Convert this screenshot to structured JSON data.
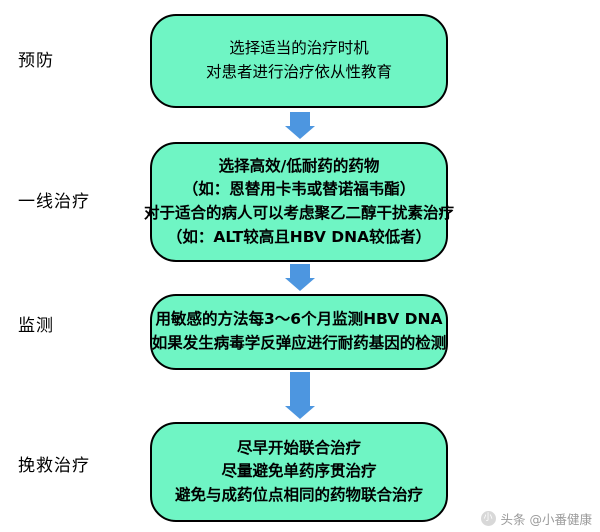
{
  "diagram": {
    "type": "flowchart",
    "title": "",
    "colors": {
      "box_fill": "#6ff5c4",
      "box_border": "#000000",
      "arrow": "#4d96e0",
      "text": "#000000",
      "watermark": "#9a9a9a"
    },
    "stages": [
      {
        "label": "预防",
        "bold": false,
        "lines": [
          "选择适当的治疗时机",
          "对患者进行治疗依从性教育"
        ]
      },
      {
        "label": "一线治疗",
        "bold": true,
        "lines": [
          "选择高效/低耐药的药物",
          "（如：恩替用卡韦或替诺福韦酯）",
          "对于适合的病人可以考虑聚乙二醇干扰素治疗",
          "（如：ALT较高且HBV DNA较低者）"
        ]
      },
      {
        "label": "监测",
        "bold": false,
        "lines": [
          "用敏感的方法每3～6个月监测HBV DNA",
          "如果发生病毒学反弹应进行耐药基因的检测"
        ]
      },
      {
        "label": "挽救治疗",
        "bold": false,
        "lines": [
          "尽早开始联合治疗",
          "尽量避免单药序贯治疗",
          "避免与成药位点相同的药物联合治疗"
        ]
      }
    ],
    "watermark": {
      "logo_text": "小",
      "text": "头条 @小番健康"
    }
  }
}
